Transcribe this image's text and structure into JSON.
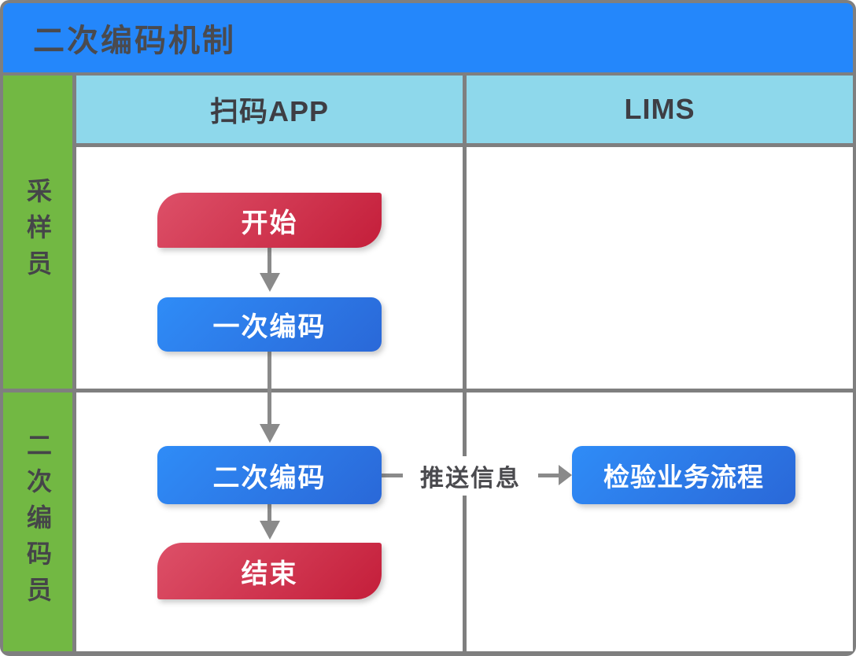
{
  "title": "二次编码机制",
  "columns": [
    {
      "label": "扫码APP"
    },
    {
      "label": "LIMS"
    }
  ],
  "lanes": [
    {
      "label": "采样员"
    },
    {
      "label": "二次编码员"
    }
  ],
  "flow": {
    "start_label": "开始",
    "primary_coding_label": "一次编码",
    "secondary_coding_label": "二次编码",
    "end_label": "结束",
    "lims_process_label": "检验业务流程",
    "connector_label": "推送信息"
  },
  "colors": {
    "title_bar_bg": "#2487FB",
    "header_bg": "#8ED8EB",
    "lane_bg": "#72B843",
    "grid_gray": "#7F7F7F",
    "arrow_gray": "#8A8A8A",
    "text_dark": "#4A4A4E",
    "flow_blue_light": "#2F8CF7",
    "flow_blue_dark": "#2A68D8",
    "flow_red_light": "#DD5068",
    "flow_red_dark": "#C41E3A",
    "flow_text": "#FFFFFF"
  }
}
